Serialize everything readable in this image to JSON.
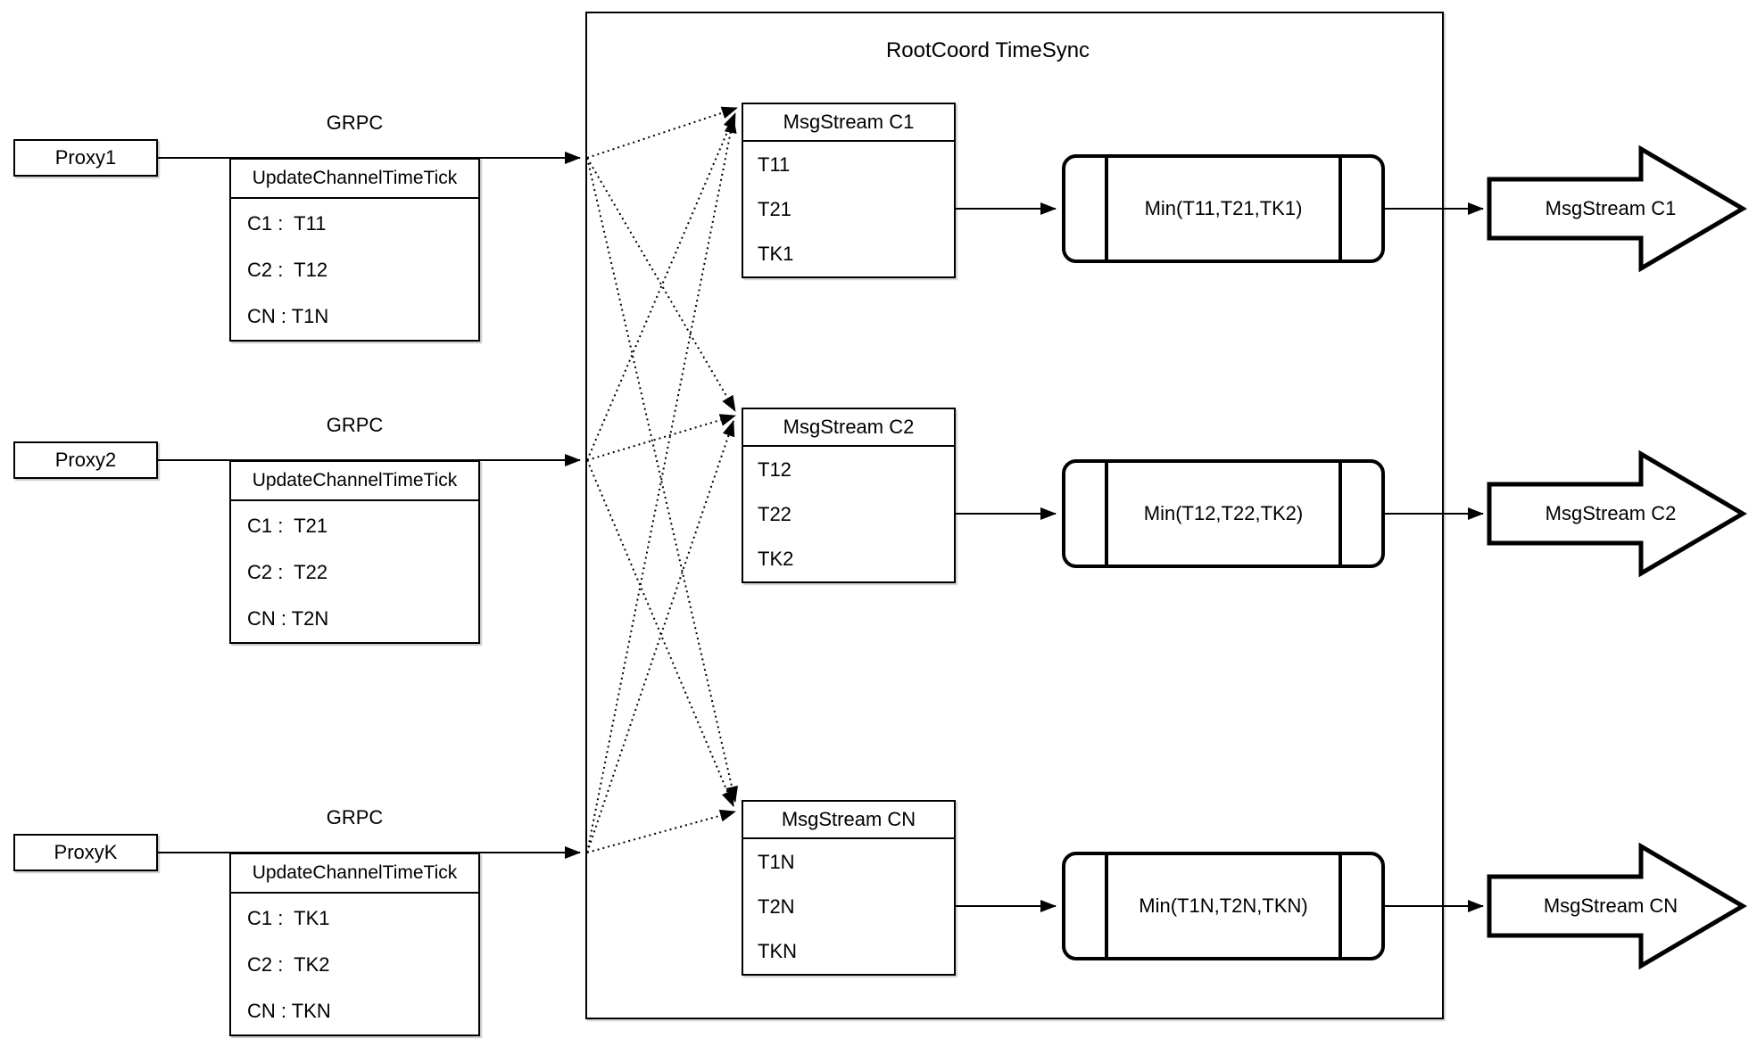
{
  "diagram": {
    "title": "RootCoord TimeSync",
    "rows": [
      {
        "proxy_label": "Proxy1",
        "grpc_label": "GRPC",
        "request": {
          "header": "UpdateChannelTimeTick",
          "entries": [
            "C1 :  T11",
            "C2 :  T12",
            "CN : T1N"
          ]
        },
        "stream_table": {
          "header": "MsgStream C1",
          "entries": [
            "T11",
            "T21",
            "TK1"
          ]
        },
        "min_label": "Min(T11,T21,TK1)",
        "output_label": "MsgStream C1"
      },
      {
        "proxy_label": "Proxy2",
        "grpc_label": "GRPC",
        "request": {
          "header": "UpdateChannelTimeTick",
          "entries": [
            "C1 :  T21",
            "C2 :  T22",
            "CN : T2N"
          ]
        },
        "stream_table": {
          "header": "MsgStream C2",
          "entries": [
            "T12",
            "T22",
            "TK2"
          ]
        },
        "min_label": "Min(T12,T22,TK2)",
        "output_label": "MsgStream C2"
      },
      {
        "proxy_label": "ProxyK",
        "grpc_label": "GRPC",
        "request": {
          "header": "UpdateChannelTimeTick",
          "entries": [
            "C1 :  TK1",
            "C2 :  TK2",
            "CN : TKN"
          ]
        },
        "stream_table": {
          "header": "MsgStream CN",
          "entries": [
            "T1N",
            "T2N",
            "TKN"
          ]
        },
        "min_label": "Min(T1N,T2N,TKN)",
        "output_label": "MsgStream CN"
      }
    ],
    "colors": {
      "stroke": "#000000",
      "background": "#ffffff"
    }
  }
}
